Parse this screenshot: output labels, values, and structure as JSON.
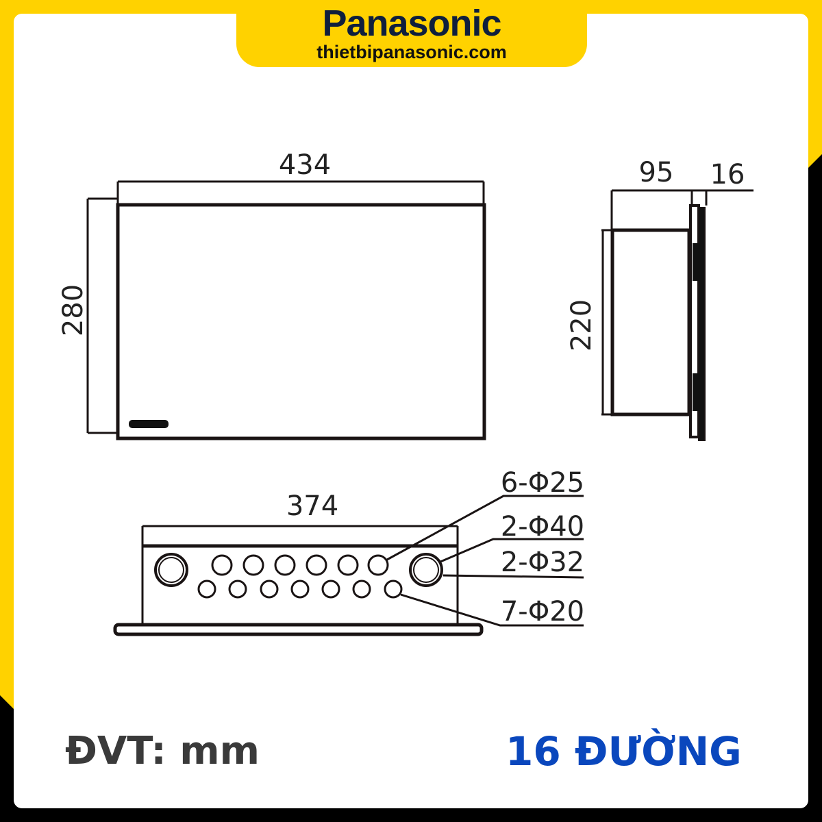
{
  "header": {
    "brand": "Panasonic",
    "website": "thietbipanasonic.com"
  },
  "colors": {
    "frame_yellow": "#ffd200",
    "frame_black": "#000000",
    "model_blue": "#0a47bd",
    "unit_gray": "#3a3a3a"
  },
  "front_view": {
    "width_label": "434",
    "height_label": "280"
  },
  "side_view": {
    "depth_label": "95",
    "flange_label": "16",
    "height_label": "220"
  },
  "bottom_view": {
    "width_label": "374",
    "holes": [
      {
        "label": "6-Φ25",
        "count": 6,
        "diameter": 25
      },
      {
        "label": "2-Φ40",
        "count": 2,
        "diameter": 40
      },
      {
        "label": "2-Φ32",
        "count": 2,
        "diameter": 32
      },
      {
        "label": "7-Φ20",
        "count": 7,
        "diameter": 20
      }
    ]
  },
  "footer": {
    "unit_label": "ĐVT: mm",
    "model_label": "16 ĐƯỜNG"
  }
}
